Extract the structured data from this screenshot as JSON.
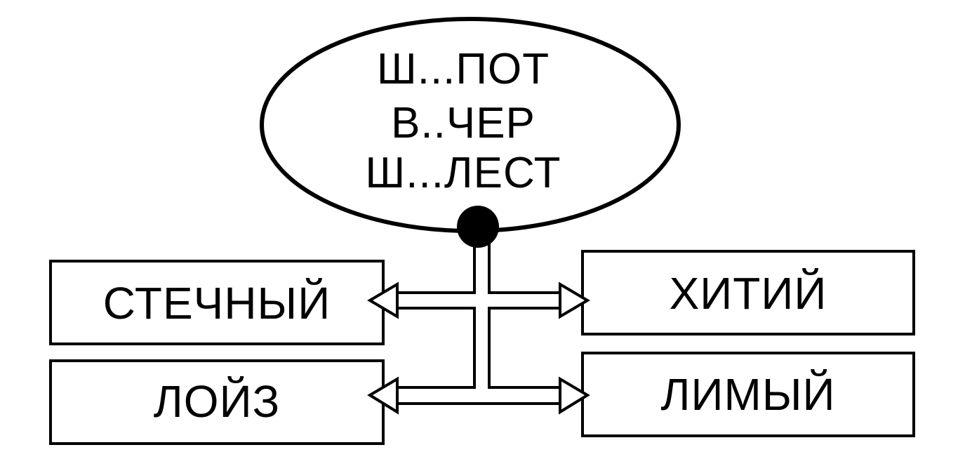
{
  "oval": {
    "lines": [
      "Ш...ПОТ",
      "В..ЧЕР",
      "Ш...ЛЕСТ"
    ]
  },
  "boxes": {
    "top_left": "СТЕЧНЫЙ",
    "top_right": "ХИТИЙ",
    "bottom_left": "ЛОЙЗ",
    "bottom_right": "ЛИМЫЙ"
  }
}
